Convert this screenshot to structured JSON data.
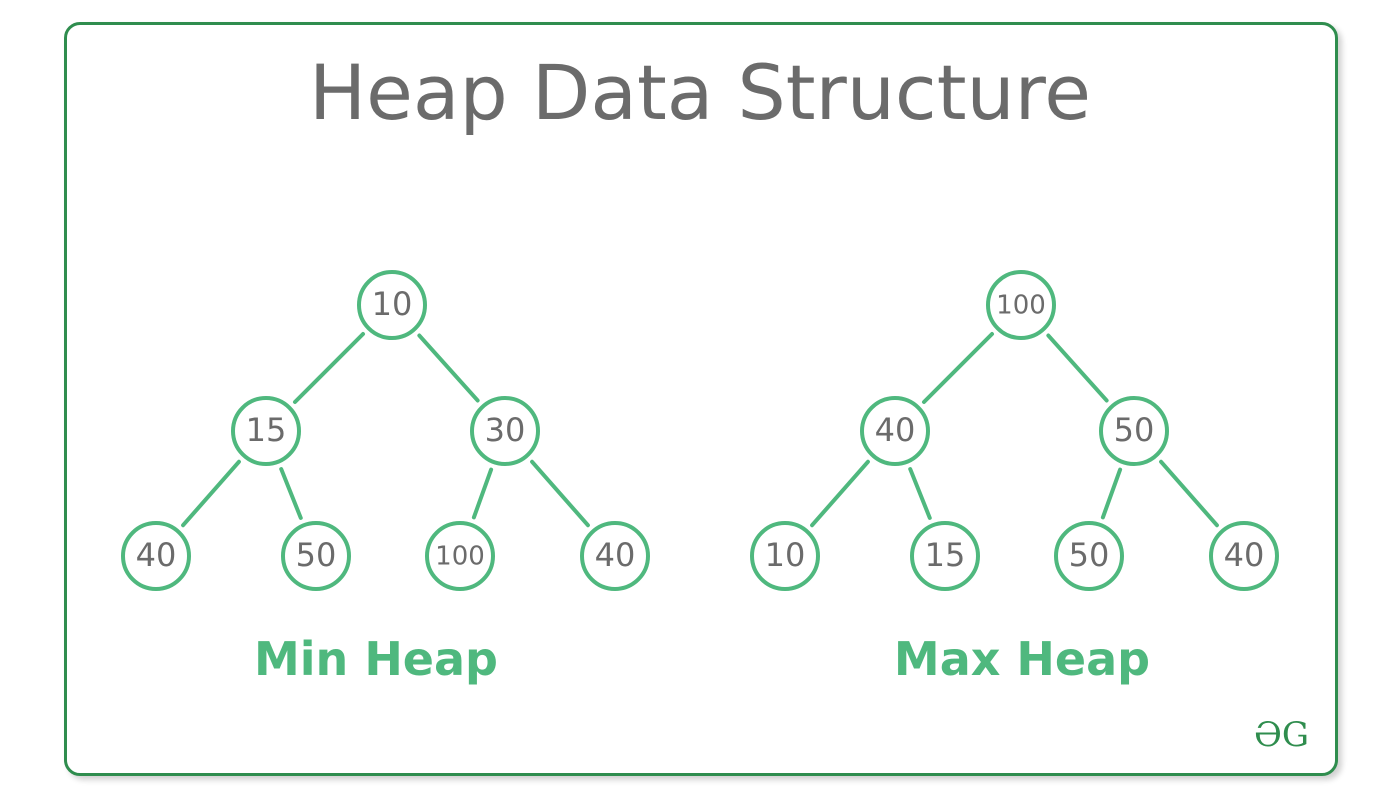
{
  "title": "Heap Data Structure",
  "colors": {
    "border": "#2f8d4e",
    "node": "#4fb87e",
    "node_text": "#6b6b6b",
    "title": "#6b6b6b"
  },
  "heaps": [
    {
      "label": "Min Heap",
      "nodes": [
        "10",
        "15",
        "30",
        "40",
        "50",
        "100",
        "40"
      ]
    },
    {
      "label": "Max Heap",
      "nodes": [
        "100",
        "40",
        "50",
        "10",
        "15",
        "50",
        "40"
      ]
    }
  ],
  "logo": "ƏG"
}
